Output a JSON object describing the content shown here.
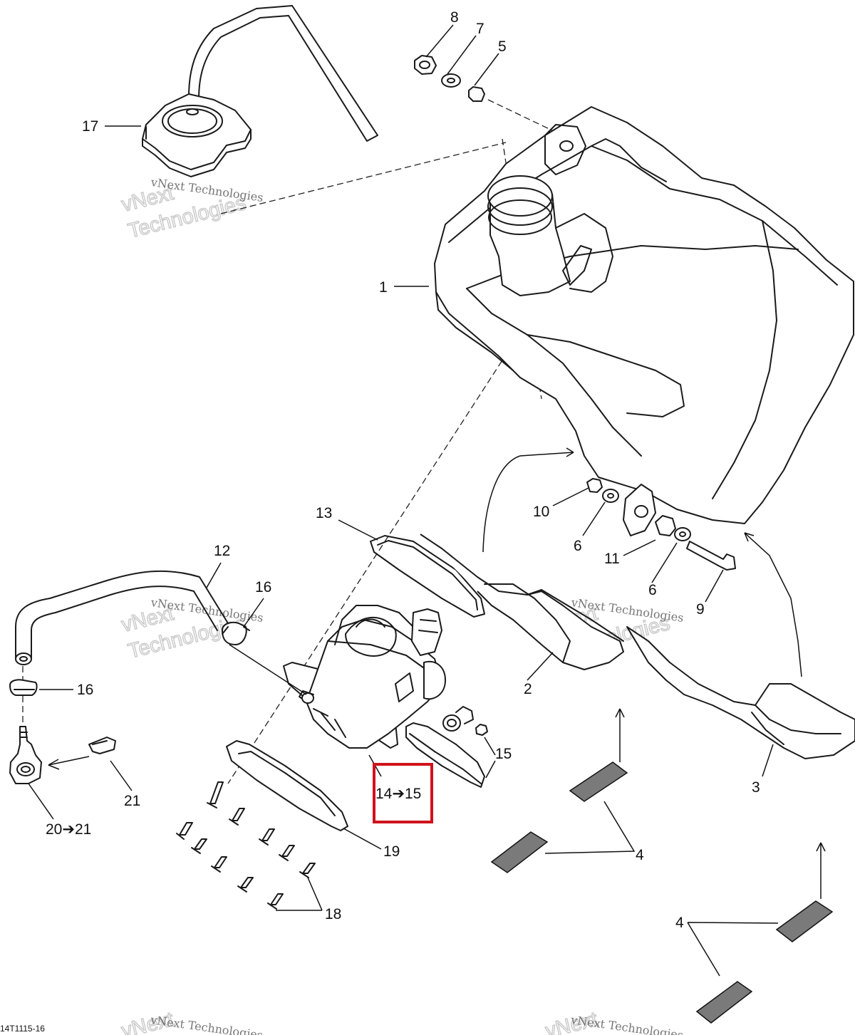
{
  "callouts": {
    "c1": "1",
    "c2": "2",
    "c3": "3",
    "c4a": "4",
    "c4b": "4",
    "c5": "5",
    "c6a": "6",
    "c6b": "6",
    "c7": "7",
    "c8": "8",
    "c9": "9",
    "c10": "10",
    "c11": "11",
    "c12": "12",
    "c13": "13",
    "c14_15": "14➔15",
    "c15": "15",
    "c16a": "16",
    "c16b": "16",
    "c17": "17",
    "c18": "18",
    "c19": "19",
    "c20_21": "20➔21",
    "c21": "21"
  },
  "highlight": {
    "label": "14➔15",
    "color": "#d0121b"
  },
  "watermark": {
    "line1": "vNext Technologies",
    "line2": "Technologies",
    "line3": "vNext"
  },
  "drawing_code": "14T1115-16"
}
